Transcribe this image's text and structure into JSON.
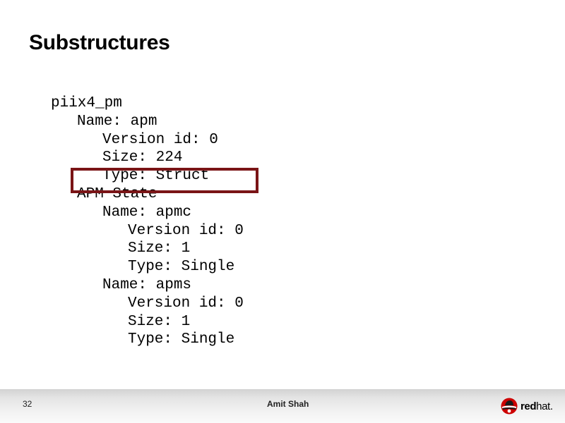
{
  "slide": {
    "title": "Substructures"
  },
  "code_lines": [
    {
      "indent": 0,
      "text": "piix4_pm"
    },
    {
      "indent": 1,
      "text": "Name: apm"
    },
    {
      "indent": 2,
      "text": "Version id: 0"
    },
    {
      "indent": 2,
      "text": "Size: 224"
    },
    {
      "indent": 2,
      "text": "Type: Struct"
    },
    {
      "indent": 1,
      "text": "APM State"
    },
    {
      "indent": 2,
      "text": "Name: apmc"
    },
    {
      "indent": 3,
      "text": "Version id: 0"
    },
    {
      "indent": 3,
      "text": "Size: 1"
    },
    {
      "indent": 3,
      "text": "Type: Single"
    },
    {
      "indent": 2,
      "text": "Name: apms"
    },
    {
      "indent": 3,
      "text": "Version id: 0"
    },
    {
      "indent": 3,
      "text": "Size: 1"
    },
    {
      "indent": 3,
      "text": "Type: Single"
    }
  ],
  "highlight": {
    "line_text": "Type: Struct",
    "color": "#7a1416"
  },
  "footer": {
    "page_number": "32",
    "author": "Amit Shah",
    "logo": {
      "name": "redhat-logo",
      "text_bold": "red",
      "text_regular": "hat",
      "text_suffix": ".",
      "brand_color": "#cc0000"
    }
  }
}
